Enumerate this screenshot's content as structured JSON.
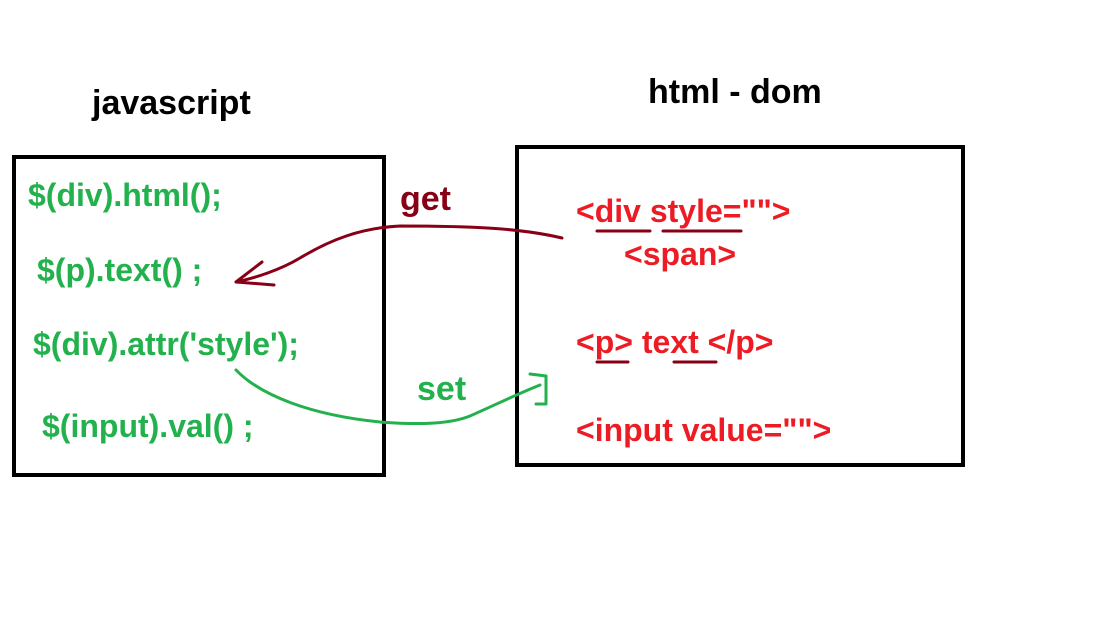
{
  "titles": {
    "left": "javascript",
    "right": "html - dom"
  },
  "js_code": [
    "$(div).html();",
    "$(p).text() ;",
    "$(div).attr('style');",
    "$(input).val() ;"
  ],
  "dom_code": [
    "<div style=\"\">",
    "<span>",
    "<p> text </p>",
    "<input value=\"\">"
  ],
  "arrows": {
    "get_label": "get",
    "set_label": "set"
  },
  "colors": {
    "js_text": "#22b14c",
    "dom_text": "#ed1c24",
    "get_arrow": "#880015",
    "set_arrow": "#22b14c",
    "underline": "#880015",
    "box_border": "#000000"
  }
}
